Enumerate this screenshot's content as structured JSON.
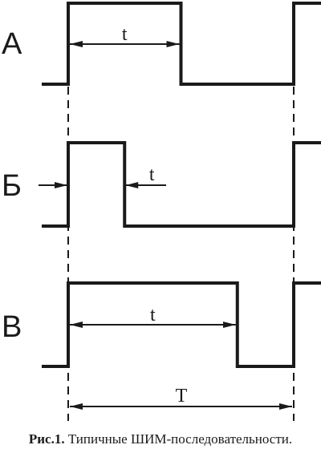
{
  "waveforms": [
    {
      "id": "a",
      "label": "А",
      "width_label": "t",
      "duty": 0.5
    },
    {
      "id": "b",
      "label": "Б",
      "width_label": "t",
      "duty": 0.25
    },
    {
      "id": "c",
      "label": "В",
      "width_label": "t",
      "duty": 0.75
    }
  ],
  "period_label": "T",
  "caption": {
    "prefix": "Рис.1.",
    "text": " Типичные ШИМ-последовательности."
  }
}
